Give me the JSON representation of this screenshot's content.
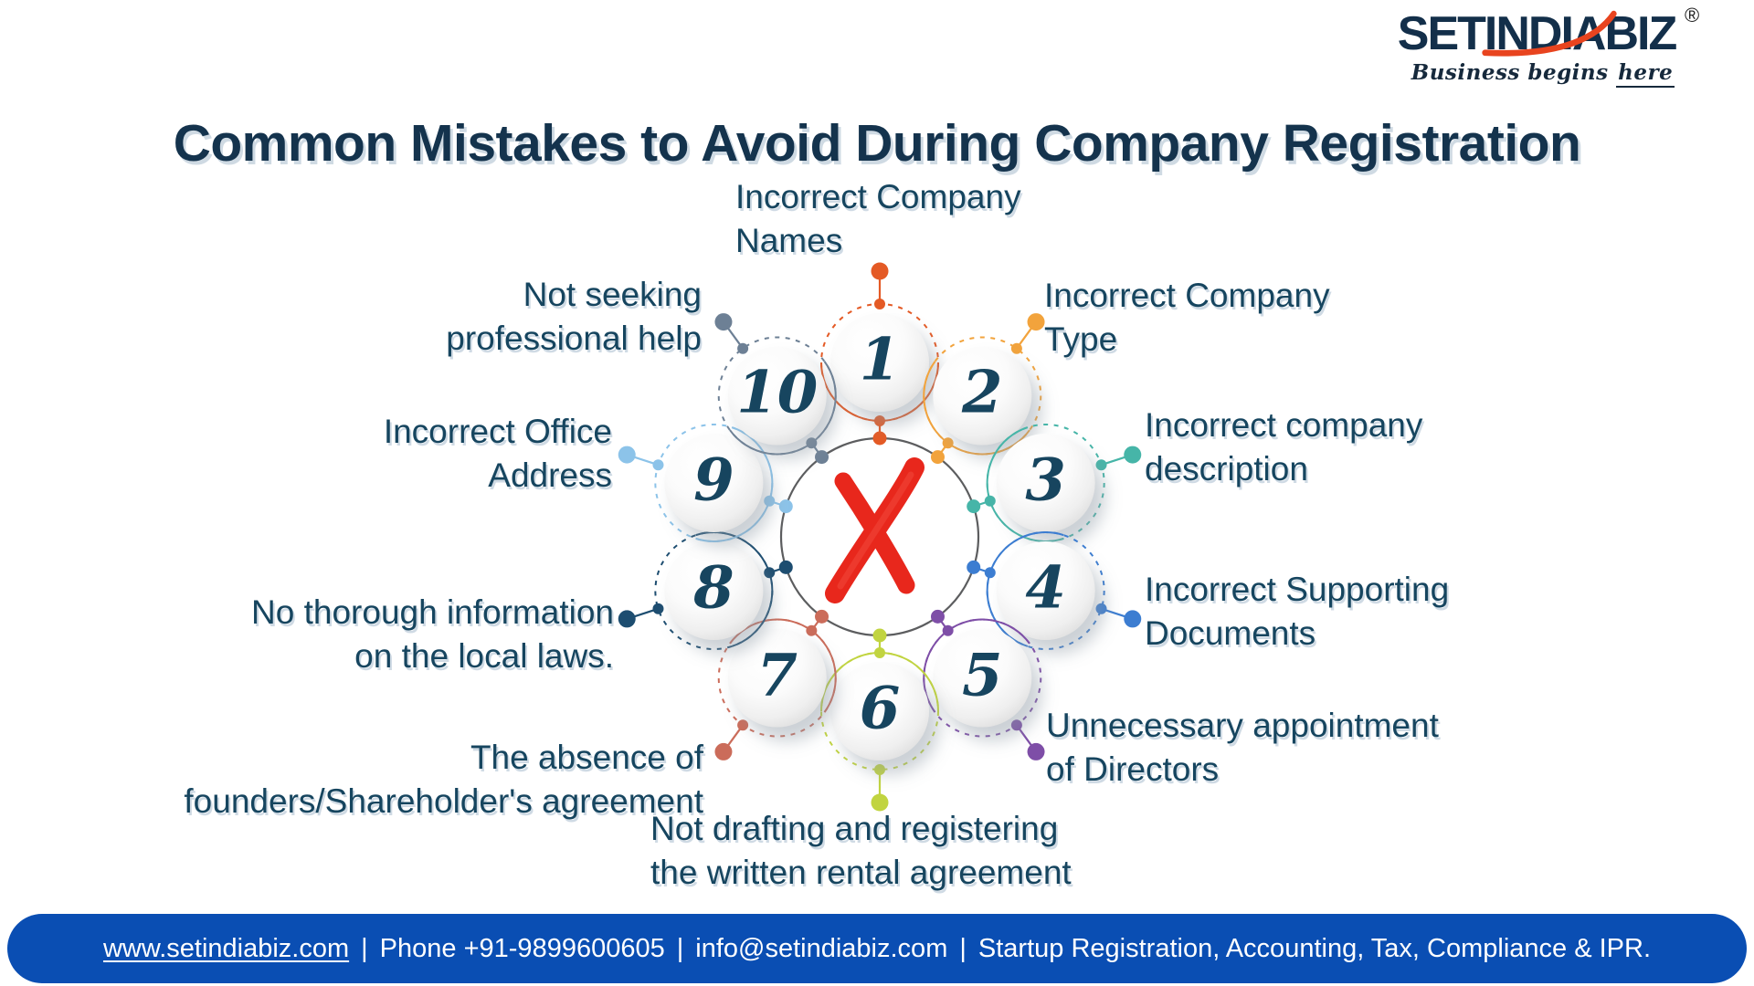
{
  "brand": {
    "logo_text": "SETINDIABIZ",
    "registered_symbol": "®",
    "tagline_prefix": "Business begins",
    "tagline_underlined": "here",
    "logo_color": "#132f4a",
    "swoosh_color": "#e8441f"
  },
  "title": "Common Mistakes to Avoid During Company Registration",
  "title_color": "#14334d",
  "diagram": {
    "center_icon": "red-x-mark",
    "x_color": "#e8271c",
    "outline_color": "#5c5d5f",
    "items": [
      {
        "number": "1",
        "label": "Incorrect Company\nNames",
        "color": "#e45a25"
      },
      {
        "number": "2",
        "label": "Incorrect Company\nType",
        "color": "#f2a33c"
      },
      {
        "number": "3",
        "label": "Incorrect company\ndescription",
        "color": "#46b5a8"
      },
      {
        "number": "4",
        "label": "Incorrect Supporting\nDocuments",
        "color": "#3c7dd1"
      },
      {
        "number": "5",
        "label": "Unnecessary appointment\nof Directors",
        "color": "#7e4ea7"
      },
      {
        "number": "6",
        "label": "Not drafting and registering\nthe written rental agreement",
        "color": "#c1d440"
      },
      {
        "number": "7",
        "label": "The absence of\nfounders/Shareholder's agreement",
        "color": "#cb6c5a"
      },
      {
        "number": "8",
        "label": "No thorough information\non the local laws.",
        "color": "#1d4d70"
      },
      {
        "number": "9",
        "label": "Incorrect Office\nAddress",
        "color": "#8cc3e9"
      },
      {
        "number": "10",
        "label": "Not seeking\nprofessional help",
        "color": "#6d8095"
      }
    ]
  },
  "footer": {
    "website": "www.setindiabiz.com",
    "separator": "|",
    "phone": "Phone +91-9899600605",
    "email": "info@setindiabiz.com",
    "services": "Startup Registration, Accounting, Tax, Compliance & IPR.",
    "bar_color": "#0a4eb3",
    "text_color": "#ffffff"
  }
}
